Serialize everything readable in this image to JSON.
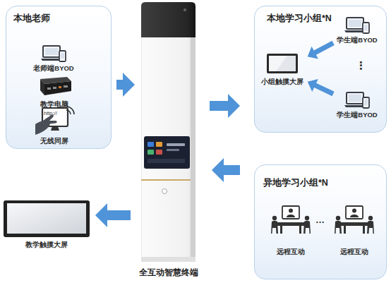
{
  "diagram": {
    "nodes": [
      {
        "text": [
          "本地老师"
        ]
      },
      {
        "text": [
          "老师端BYOD"
        ],
        "in": 0
      },
      {
        "text": [
          "教学电脑"
        ],
        "in": 0
      },
      {
        "text": [
          "无线同屏"
        ],
        "in": 0
      },
      {
        "text": [
          "全互动智慧终端"
        ]
      },
      {
        "text": [
          "本地学习小组*N"
        ]
      },
      {
        "text": [
          "学生端BYOD"
        ],
        "in": 5
      },
      {
        "text": [
          "小组触摸大屏"
        ],
        "in": 5
      },
      {
        "text": [
          "学生端BYOD"
        ],
        "in": 5
      },
      {
        "text": [
          "异地学习小组*N"
        ]
      },
      {
        "text": [
          "远程互动"
        ],
        "in": 9
      },
      {
        "text": [
          "远程互动"
        ],
        "in": 9
      },
      {
        "text": [
          "教学触摸大屏"
        ]
      }
    ],
    "edges": [
      {
        "from": 0,
        "to": 4,
        "arrow": "to"
      },
      {
        "from": 4,
        "to": 5,
        "arrow": "to"
      },
      {
        "from": 9,
        "to": 4,
        "arrow": "to"
      },
      {
        "from": 4,
        "to": 12,
        "arrow": "to"
      },
      {
        "from": 6,
        "to": 7,
        "arrow": "to"
      },
      {
        "from": 8,
        "to": 7,
        "arrow": "to"
      }
    ],
    "labels": [
      "http://",
      "⋮",
      "…"
    ]
  }
}
